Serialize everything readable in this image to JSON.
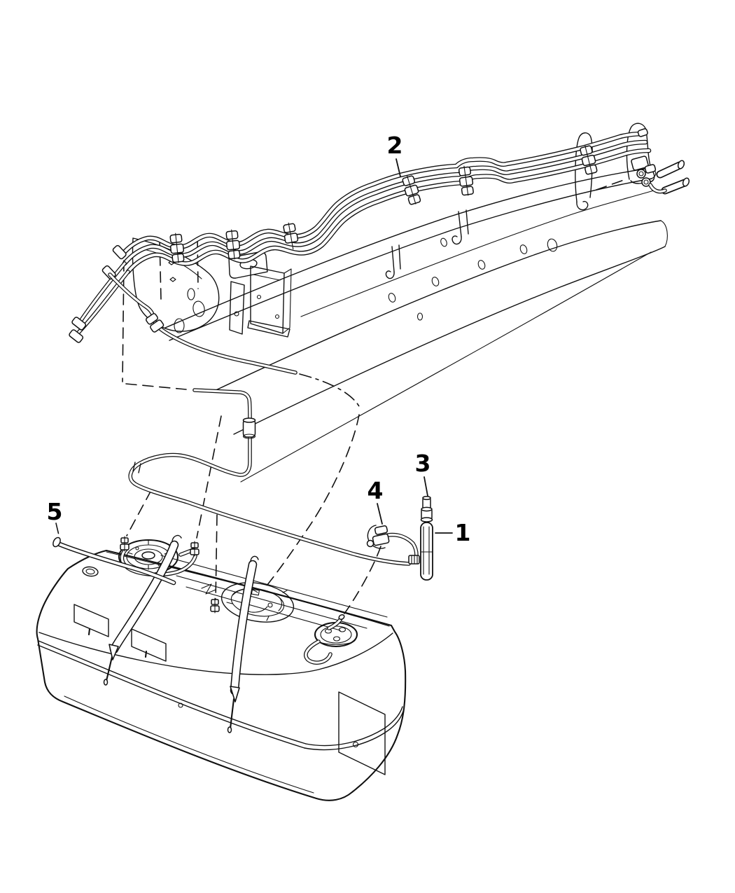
{
  "diagram": {
    "kind": "exploded-parts-line-art",
    "subject": "fuel lines and fuel tank",
    "background_color": "#ffffff",
    "line_color": "#111111",
    "callouts": [
      {
        "label": "1",
        "points_to": "fuel-supply-line-at-filter"
      },
      {
        "label": "2",
        "points_to": "chassis-fuel-line-bundle"
      },
      {
        "label": "3",
        "points_to": "inline-fuel-filter"
      },
      {
        "label": "4",
        "points_to": "fuel-line-clip"
      },
      {
        "label": "5",
        "points_to": "vent-hose"
      }
    ]
  }
}
